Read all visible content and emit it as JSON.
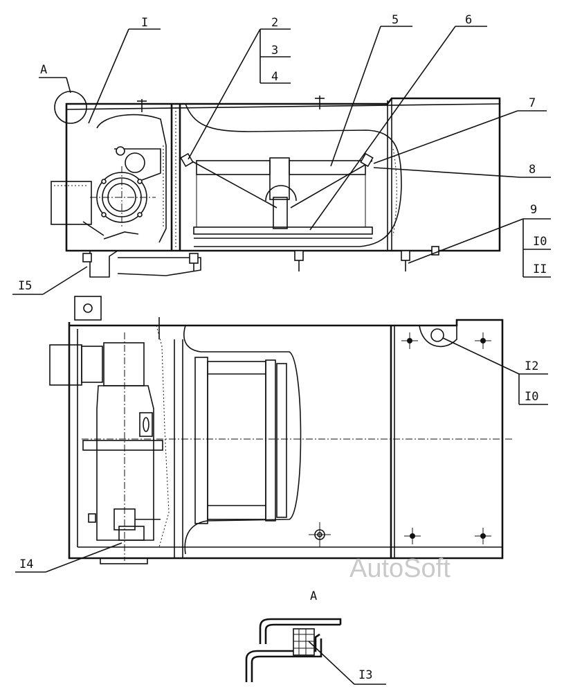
{
  "callouts": {
    "c1": "I",
    "c2": "2",
    "c3": "3",
    "c4": "4",
    "c5": "5",
    "c6": "6",
    "c7": "7",
    "c8": "8",
    "c9": "9",
    "c10_top": "I0",
    "c11": "II",
    "c12": "I2",
    "c10_bottom": "I0",
    "c13": "I3",
    "c14": "I4",
    "c15": "I5",
    "view_a": "A",
    "detail_a": "A"
  },
  "watermark": "AutoSoft"
}
